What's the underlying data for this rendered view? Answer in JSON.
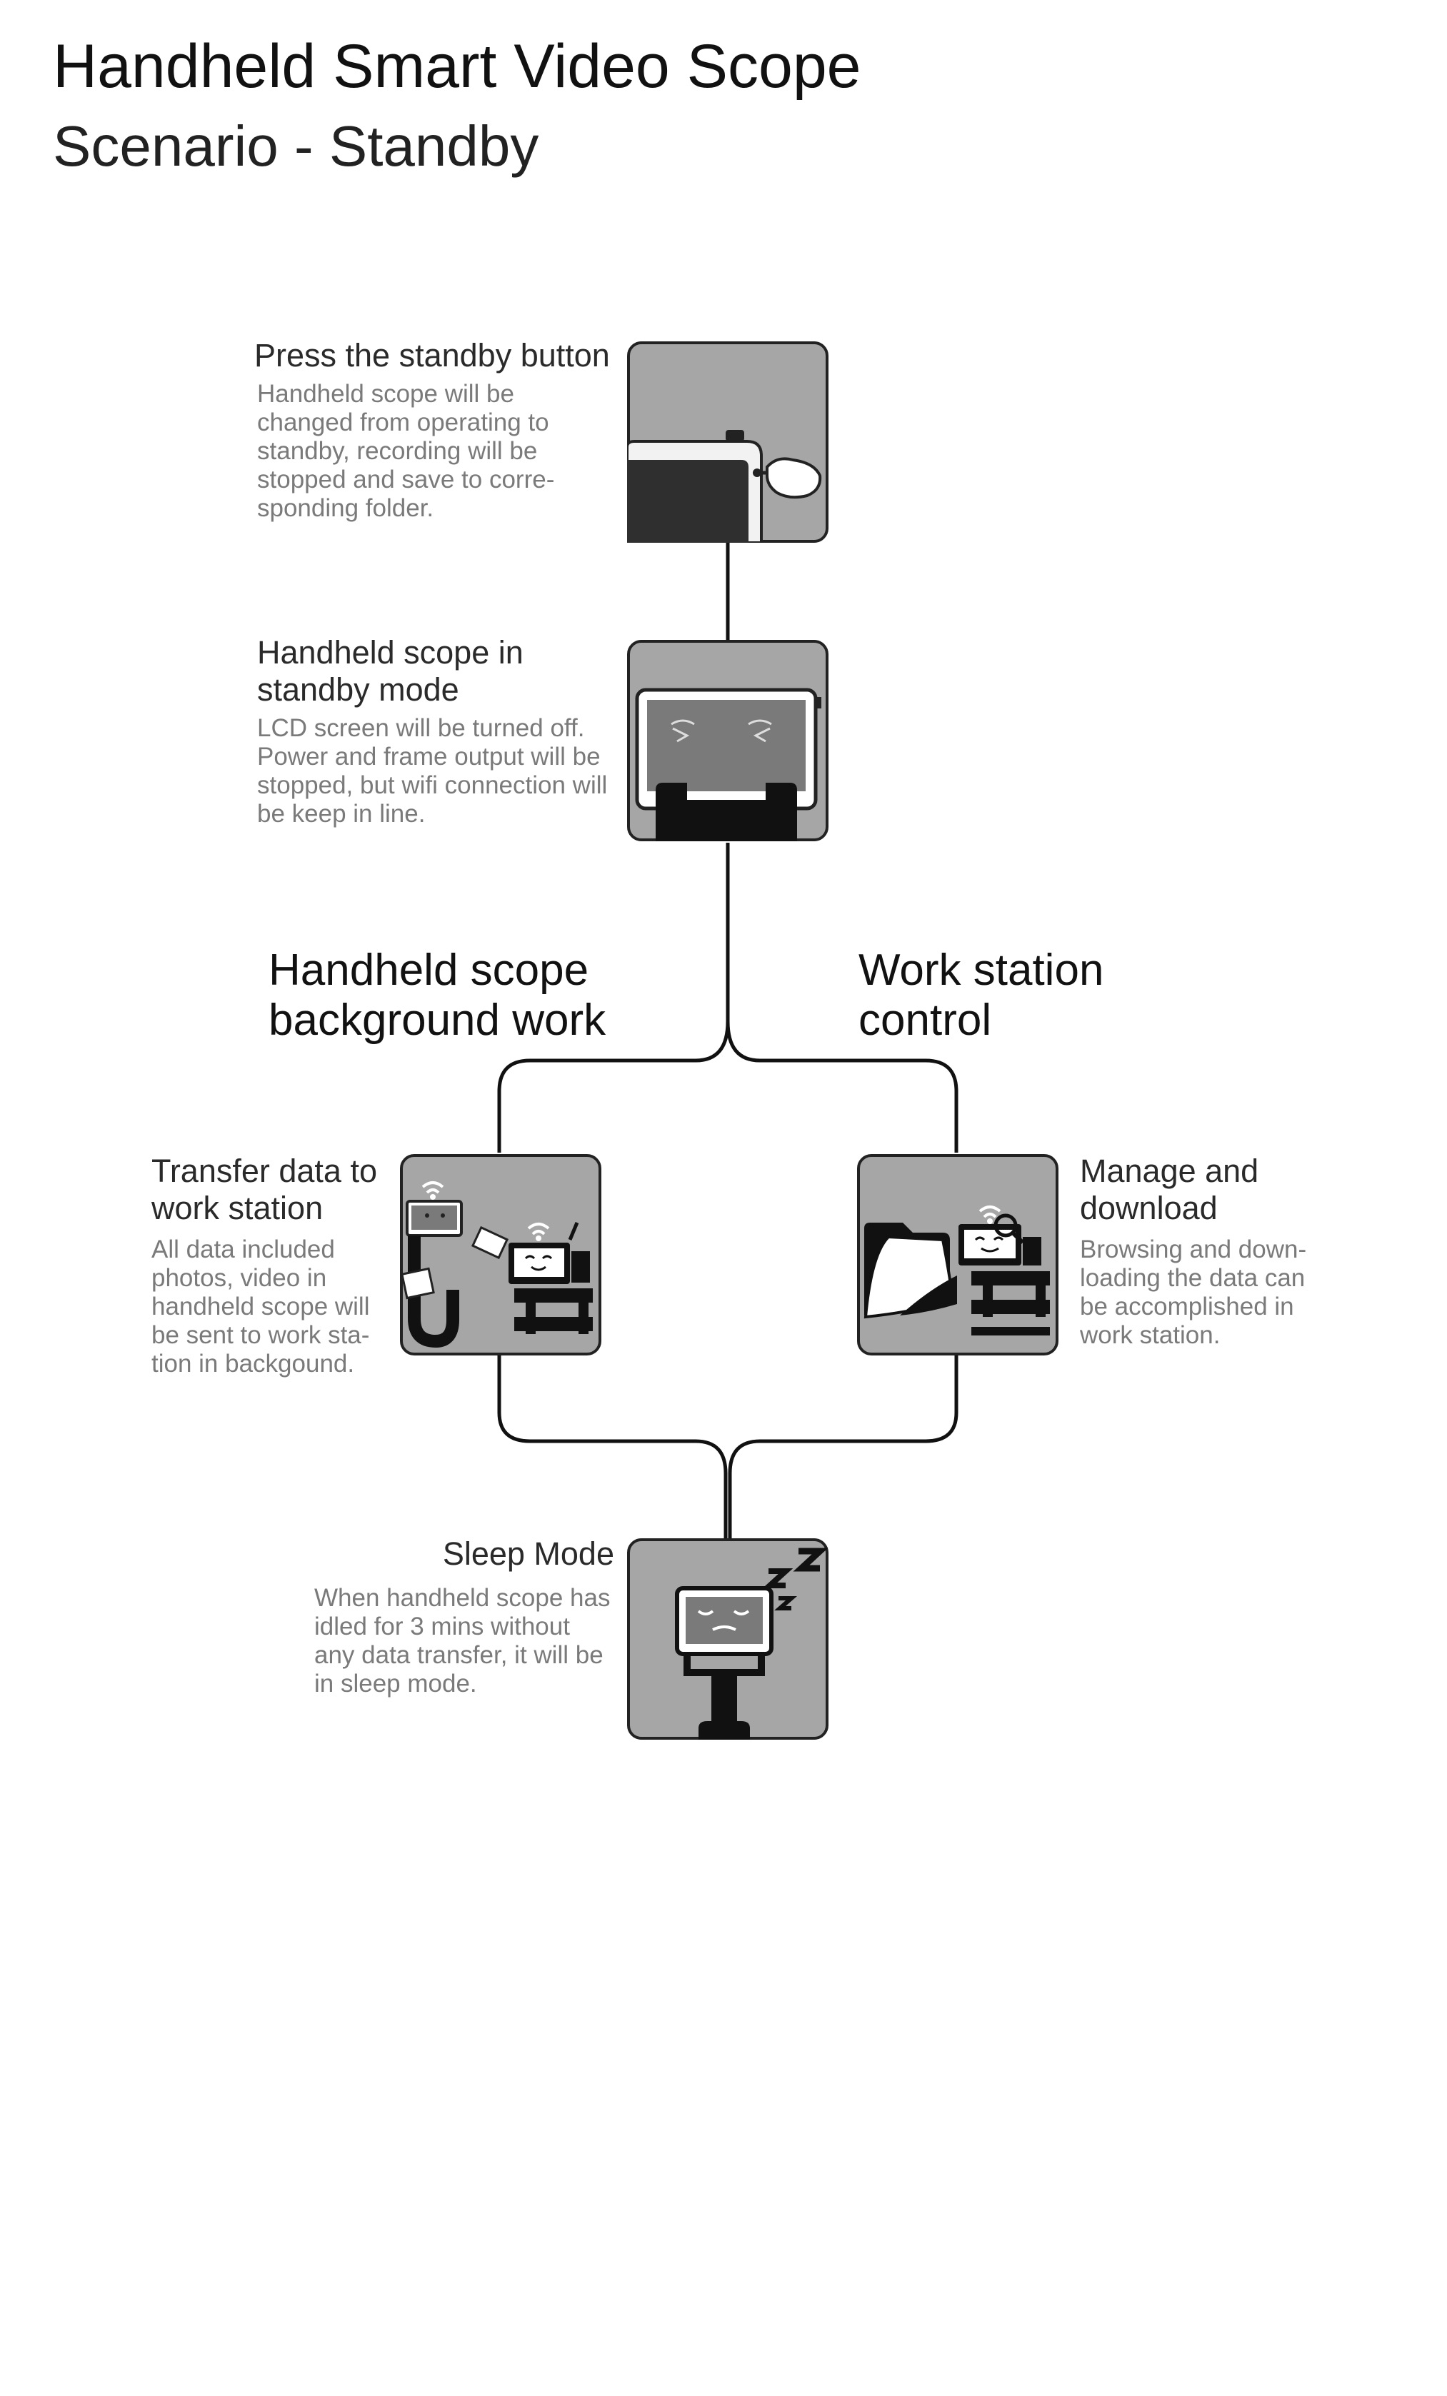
{
  "header": {
    "title": "Handheld Smart Video Scope",
    "subtitle": "Scenario - Standby"
  },
  "steps": [
    {
      "title": "Press the standby button",
      "description": "Handheld scope will be changed from operating to standby, recording will be stopped and save to corre-sponding folder.",
      "icon": "press-button-icon"
    },
    {
      "title": "Handheld scope in standby mode",
      "description": "LCD screen will be turned off. Power and frame output will be stopped, but wifi connection will be keep in line.",
      "icon": "standby-scope-icon"
    },
    {
      "title": "Transfer data to work station",
      "description": "All data included photos, video in handheld scope will be sent to work sta-tion in backgound.",
      "icon": "data-transfer-icon"
    },
    {
      "title": "Manage and download",
      "description": "Browsing and down-loading the data can be accomplished in work station.",
      "icon": "folder-workstation-icon"
    },
    {
      "title": "Sleep Mode",
      "description": "When handheld scope has idled for 3 mins without any data transfer, it will be in sleep mode.",
      "icon": "sleeping-scope-icon"
    }
  ],
  "branches": {
    "left": "Handheld scope background work",
    "right": "Work station control"
  },
  "colors": {
    "tile_bg": "#a6a6a6",
    "tile_border": "#222222",
    "connector": "#111111",
    "desc_text": "#7a7a7a"
  }
}
